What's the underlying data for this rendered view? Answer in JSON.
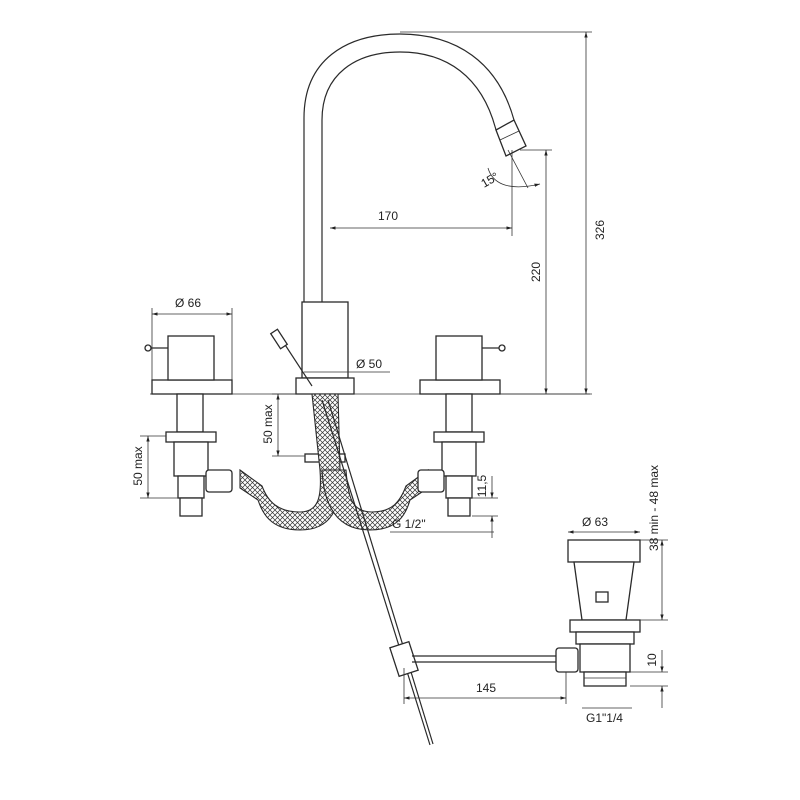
{
  "dimensions": {
    "height_total": "326",
    "height_spout": "220",
    "reach": "170",
    "angle": "15°",
    "spout_diameter": "Ø 50",
    "handle_diameter": "Ø 66",
    "shank_center": "50 max",
    "shank_side": "50 max",
    "thread_length": "11,5",
    "thread": "G 1/2\"",
    "waste_diameter": "Ø 63",
    "waste_range": "38 min - 48 max",
    "waste_rod": "145",
    "waste_thread_height": "10",
    "waste_thread": "G1\"1/4"
  }
}
